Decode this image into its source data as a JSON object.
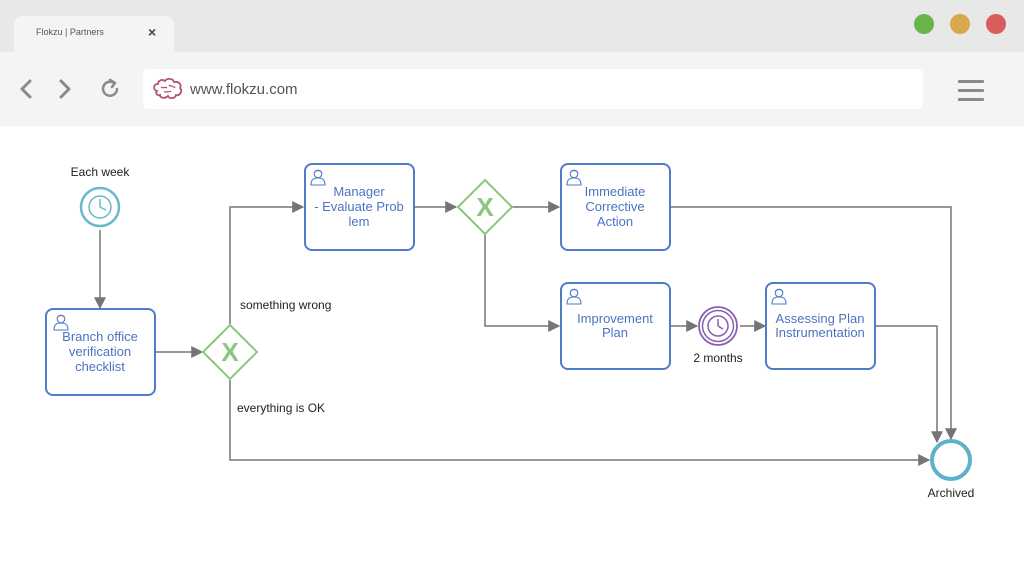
{
  "browser": {
    "tab_title": "Flokzu | Partners",
    "tab_close": "×",
    "url": "www.flokzu.com",
    "window_colors": [
      "#6ab34a",
      "#d8a84c",
      "#d95e5b"
    ],
    "icons": [
      "back-icon",
      "forward-icon",
      "reload-icon",
      "brain-logo-icon",
      "hamburger-menu-icon"
    ]
  },
  "diagram": {
    "start_event": {
      "label": "Each week",
      "icon": "clock-icon"
    },
    "tasks": {
      "branch_checklist": [
        "Branch office",
        "verification",
        "checklist"
      ],
      "manager_evaluate": [
        "Manager",
        "- Evaluate Prob",
        "lem"
      ],
      "immediate_action": [
        "Immediate",
        "Corrective",
        "Action"
      ],
      "improvement_plan": [
        "Improvement",
        "Plan"
      ],
      "assessing_plan": [
        "Assessing Plan",
        "Instrumentation"
      ]
    },
    "flow_labels": {
      "something_wrong": "something wrong",
      "everything_ok": "everything is OK"
    },
    "timer_event": {
      "label": "2 months",
      "icon": "clock-icon"
    },
    "end_event": {
      "label": "Archived"
    },
    "gateway_symbol": "X",
    "colors": {
      "task_border": "#4f7cc9",
      "task_text": "#4b73c1",
      "gateway": "#8dc47e",
      "start_event": "#69b9cc",
      "timer_event": "#8a5fb3",
      "end_event": "#5fb1cb",
      "flow": "#757575"
    }
  }
}
